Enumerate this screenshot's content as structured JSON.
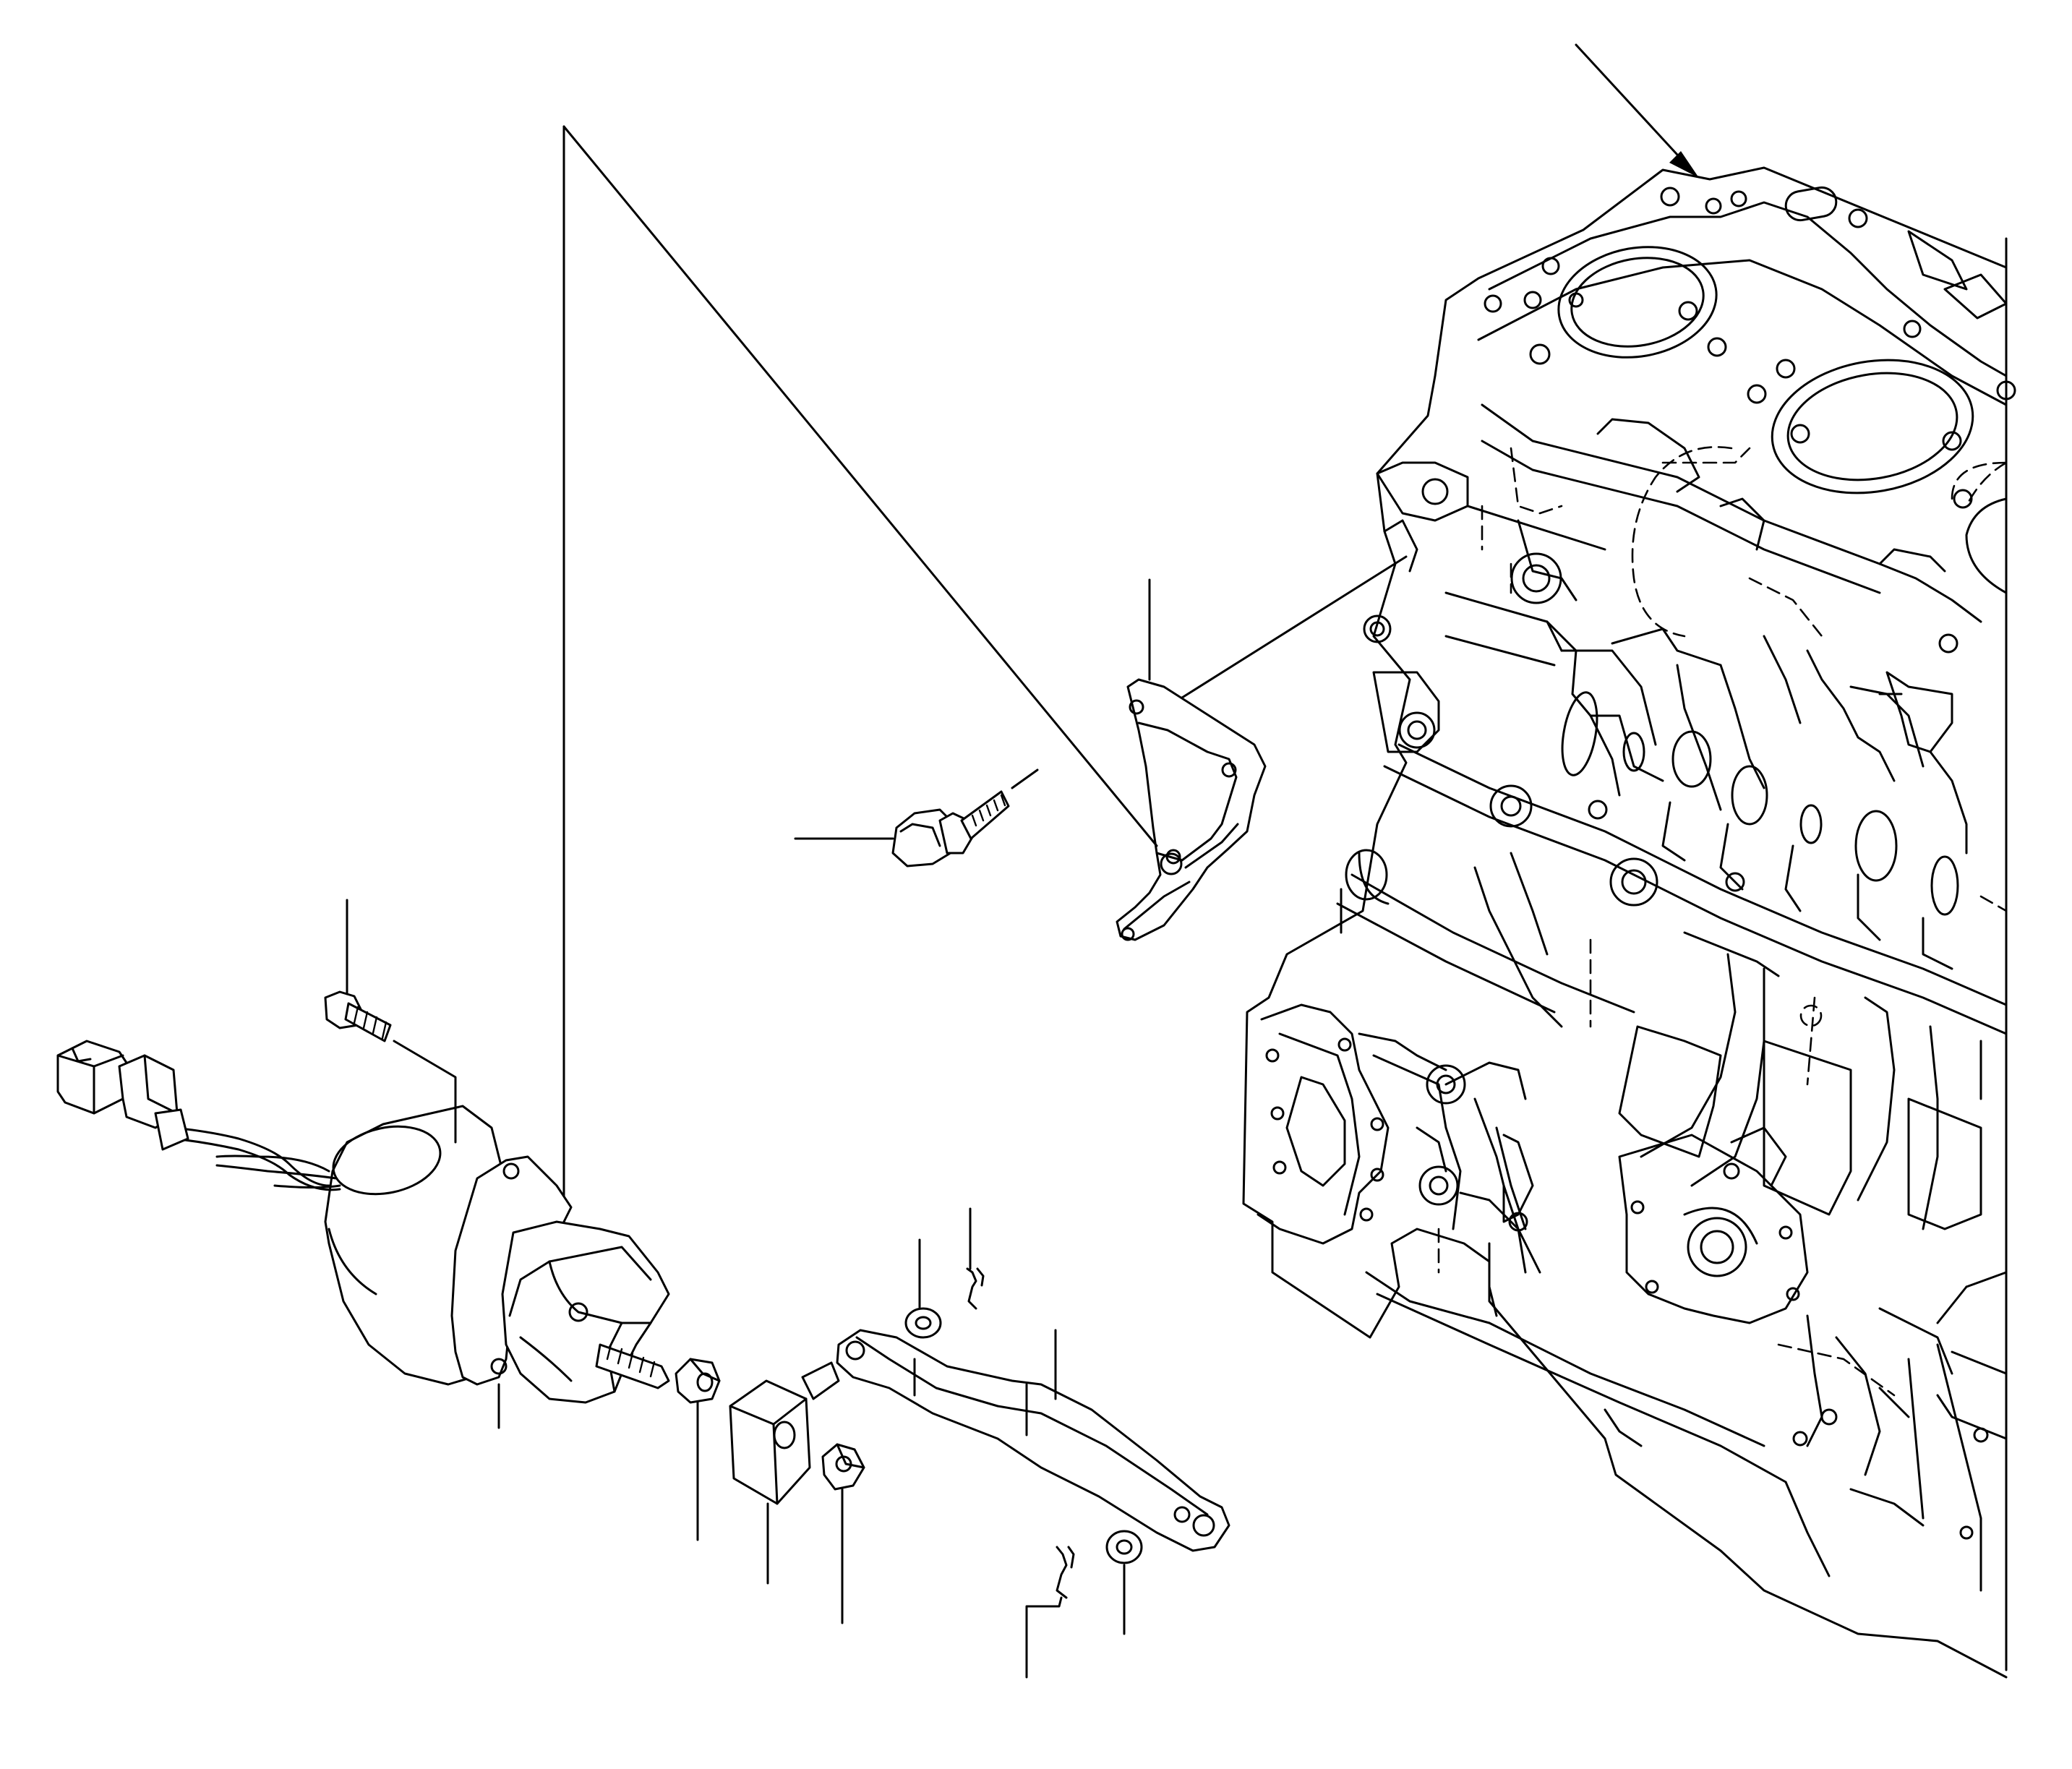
{
  "figure": {
    "kind": "exploded parts diagram",
    "parts": [
      "cylinder-block",
      "mounting-bracket",
      "bracket-bolt",
      "solenoid",
      "solenoid-bolt",
      "hex-nut",
      "connector-block",
      "lock-nut",
      "link-lever",
      "washer",
      "cotter-pin"
    ],
    "colors": {
      "line": "#000000",
      "background": "#ffffff"
    }
  }
}
